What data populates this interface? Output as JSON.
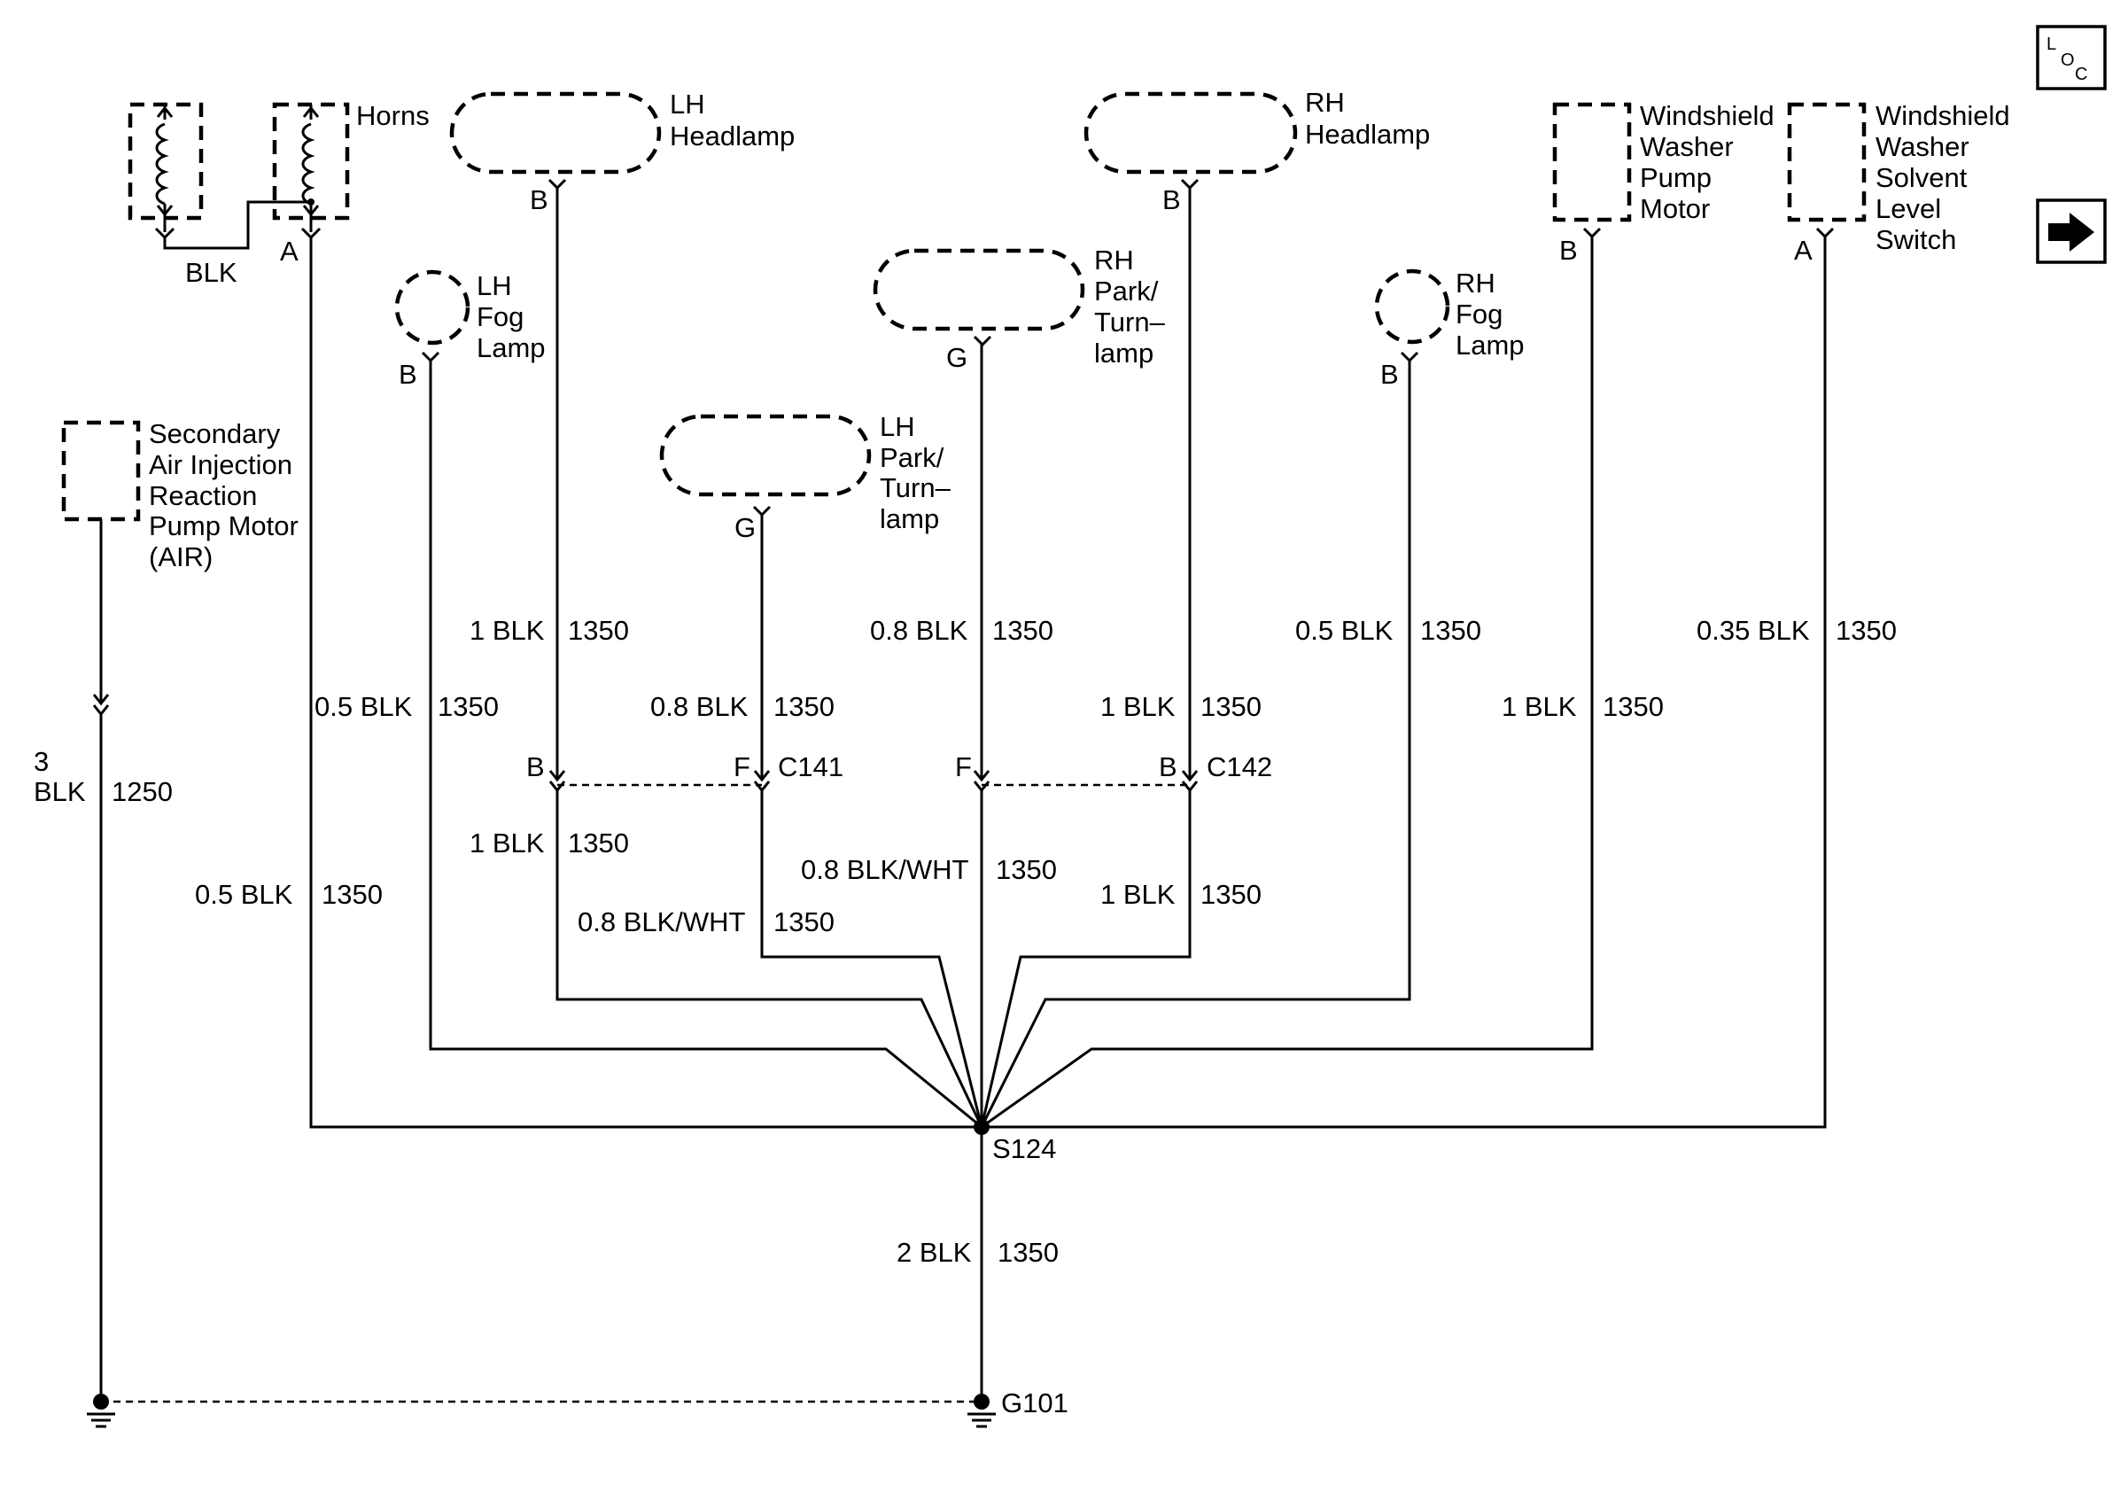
{
  "components": {
    "horns": {
      "label": "Horns",
      "wire": "BLK",
      "pin": "A"
    },
    "lh_headlamp": {
      "label_1": "LH",
      "label_2": "Headlamp",
      "pin": "B"
    },
    "rh_headlamp": {
      "label_1": "RH",
      "label_2": "Headlamp",
      "pin": "B"
    },
    "lh_fog_lamp": {
      "label_1": "LH",
      "label_2": "Fog",
      "label_3": "Lamp",
      "pin": "B"
    },
    "rh_fog_lamp": {
      "label_1": "RH",
      "label_2": "Fog",
      "label_3": "Lamp",
      "pin": "B"
    },
    "rh_park_turn": {
      "label_1": "RH",
      "label_2": "Park/",
      "label_3": "Turn–",
      "label_4": "lamp",
      "pin": "G"
    },
    "lh_park_turn": {
      "label_1": "LH",
      "label_2": "Park/",
      "label_3": "Turn–",
      "label_4": "lamp",
      "pin": "G"
    },
    "washer_pump": {
      "label_1": "Windshield",
      "label_2": "Washer",
      "label_3": "Pump",
      "label_4": "Motor",
      "pin": "B"
    },
    "washer_switch": {
      "label_1": "Windshield",
      "label_2": "Washer",
      "label_3": "Solvent",
      "label_4": "Level",
      "label_5": "Switch",
      "pin": "A"
    },
    "air_pump": {
      "label_1": "Secondary",
      "label_2": "Air Injection",
      "label_3": "Reaction",
      "label_4": "Pump Motor",
      "label_5": "(AIR)"
    }
  },
  "wires": {
    "lh_headlamp_upper": {
      "size_color": "1 BLK",
      "circuit": "1350"
    },
    "lh_headlamp_lower": {
      "size_color": "1 BLK",
      "circuit": "1350"
    },
    "horns_upper": {
      "size_color": "0.5 BLK",
      "circuit": "1350"
    },
    "horns_lower": {
      "size_color": "0.5 BLK",
      "circuit": "1350"
    },
    "lh_park_upper": {
      "size_color": "0.8 BLK",
      "circuit": "1350"
    },
    "lh_park_lower": {
      "size_color": "0.8 BLK/WHT",
      "circuit": "1350"
    },
    "rh_park_upper": {
      "size_color": "0.8 BLK",
      "circuit": "1350"
    },
    "rh_park_lower": {
      "size_color": "0.8 BLK/WHT",
      "circuit": "1350"
    },
    "rh_headlamp_upper": {
      "size_color": "1 BLK",
      "circuit": "1350"
    },
    "rh_headlamp_lower": {
      "size_color": "1 BLK",
      "circuit": "1350"
    },
    "rh_fog": {
      "size_color": "0.5 BLK",
      "circuit": "1350"
    },
    "washer_pump": {
      "size_color": "1 BLK",
      "circuit": "1350"
    },
    "washer_switch": {
      "size_color": "0.35 BLK",
      "circuit": "1350"
    },
    "air_pump_size": "3",
    "air_pump_color": "BLK",
    "air_pump_circuit": "1250",
    "ground_main": {
      "size_color": "2 BLK",
      "circuit": "1350"
    }
  },
  "connectors": {
    "c141": {
      "name": "C141",
      "pin_left": "B",
      "pin_right": "F"
    },
    "c142": {
      "name": "C142",
      "pin_left": "F",
      "pin_right": "B"
    }
  },
  "splice": "S124",
  "ground": "G101",
  "nav": {
    "loc_top": "L",
    "loc_mid": "O",
    "loc_bottom": "C",
    "next_icon": "arrow-right"
  }
}
